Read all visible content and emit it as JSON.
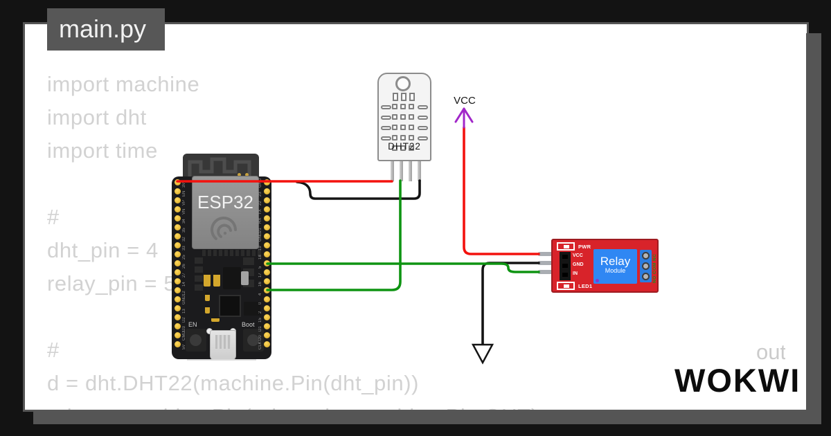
{
  "tab": {
    "label": "main.py"
  },
  "code": {
    "lines": [
      "import machine",
      "import dht",
      "import time",
      "",
      "#",
      "dht_pin = 4",
      "relay_pin = 5",
      "",
      "#",
      "d = dht.DHT22(machine.Pin(dht_pin))",
      "relay = machine.Pin(relay_pin, machine.Pin.OUT)"
    ]
  },
  "esp32": {
    "label": "ESP32",
    "en_button_label": "EN",
    "boot_button_label": "Boot",
    "left_pin_labels": [
      "3V3",
      "EN",
      "VP",
      "VN",
      "34",
      "35",
      "32",
      "33",
      "25",
      "26",
      "27",
      "14",
      "12",
      "GND",
      "13",
      "D2",
      "D3",
      "CMD",
      "5V"
    ],
    "right_pin_labels": [
      "GND",
      "23",
      "22",
      "TX",
      "RX",
      "21",
      "GND",
      "19",
      "18",
      "5",
      "17",
      "16",
      "4",
      "0",
      "2",
      "15",
      "D1",
      "D0",
      "CLK"
    ]
  },
  "dht22": {
    "label": "DHT22",
    "pin_count": 4
  },
  "relay": {
    "pwr_label": "PWR",
    "led_label": "LED1",
    "header_pin_labels": [
      "VCC",
      "GND",
      "IN"
    ],
    "relay_label": "Relay",
    "module_label": "Module",
    "terminal_label": "NO COM NC"
  },
  "symbols": {
    "vcc_label": "VCC"
  },
  "watermark": {
    "logo_text": "WOKWI",
    "clipped_text": "out"
  },
  "colors": {
    "wire_red": "#f3120e",
    "wire_green": "#0e9412",
    "wire_black": "#141414",
    "vcc_purple": "#a127c9",
    "frame_gray": "#565656",
    "code_text": "#d2d2d2",
    "relay_pcb_red": "#d8232a",
    "relay_blue": "#2f87f3",
    "pin_gold": "#e3b634"
  }
}
